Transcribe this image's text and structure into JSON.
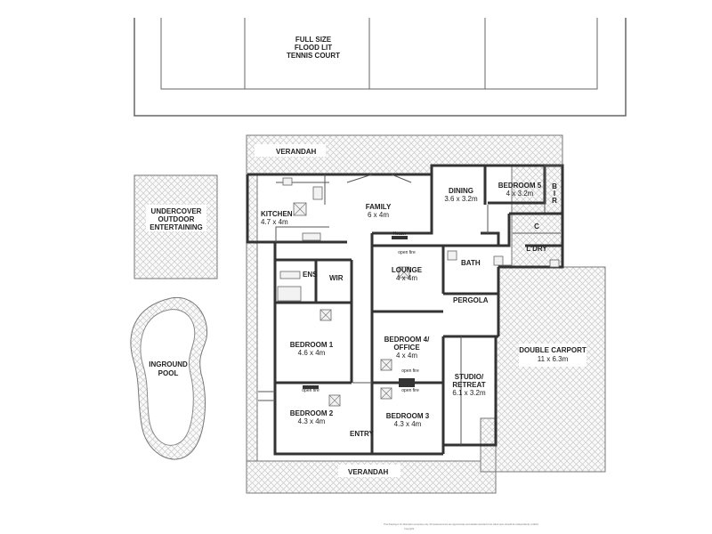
{
  "tennis": {
    "line1": "FULL SIZE",
    "line2": "FLOOD LIT",
    "line3": "TENNIS COURT"
  },
  "verandah_top": "VERANDAH",
  "verandah_bottom": "VERANDAH",
  "undercover": {
    "line1": "UNDERCOVER",
    "line2": "OUTDOOR",
    "line3": "ENTERTAINING"
  },
  "pool": {
    "line1": "INGROUND",
    "line2": "POOL"
  },
  "kitchen": {
    "name": "KITCHEN",
    "size": "4.7 x 4m"
  },
  "family": {
    "name": "FAMILY",
    "size": "6 x 4m"
  },
  "dining": {
    "name": "DINING",
    "size": "3.6 x 3.2m"
  },
  "bedroom5": {
    "name": "BEDROOM 5",
    "size": "4 x 3.2m"
  },
  "bir": {
    "b": "B",
    "i": "I",
    "r": "R"
  },
  "laundry": {
    "name": "L'DRY",
    "c": "C"
  },
  "heater": "Heater",
  "open_fire_lounge": "open fire",
  "lounge": {
    "name": "LOUNGE",
    "size": "4 x 4m"
  },
  "bath": "BATH",
  "ens": "ENS",
  "wir": "WIR",
  "pergola": "PERGOLA",
  "bedroom1": {
    "name": "BEDROOM 1",
    "size": "4.6 x 4m"
  },
  "bedroom4": {
    "line1": "BEDROOM 4/",
    "line2": "OFFICE",
    "size": "4 x 4m"
  },
  "double_carport": {
    "name": "DOUBLE CARPORT",
    "size": "11 x 6.3m"
  },
  "open_fire_office": "open fire",
  "open_fire_bed2": "open fire",
  "open_fire_bed3": "open fire",
  "studio": {
    "line1": "STUDIO/",
    "line2": "RETREAT",
    "size": "6.1 x 3.2m"
  },
  "bedroom2": {
    "name": "BEDROOM 2",
    "size": "4.3 x 4m"
  },
  "bedroom3": {
    "name": "BEDROOM 3",
    "size": "4.3 x 4m"
  },
  "entry": "ENTRY",
  "disclaimer": {
    "line1": "This drawing is for illustration purposes only. All measurements are approximate and details intended to be relied upon should be independently verified.",
    "line2": "Copyright"
  }
}
